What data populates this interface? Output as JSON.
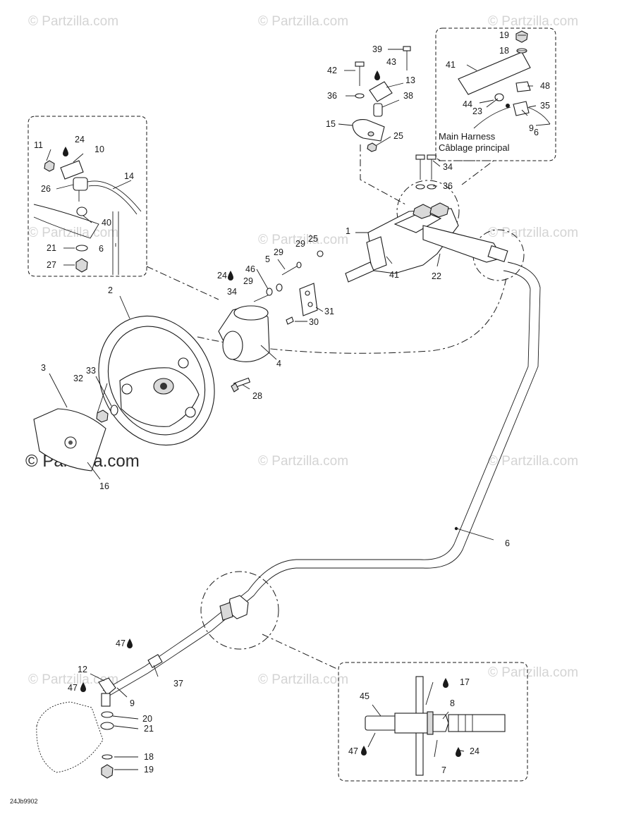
{
  "watermark": {
    "text": "© Partzilla.com"
  },
  "diagram_code": "24Jb9902",
  "notes": {
    "harness_en": "Main Harness",
    "harness_fr": "Câblage principal"
  },
  "callouts": {
    "c1": "1",
    "c2": "2",
    "c3": "3",
    "c4": "4",
    "c5": "5",
    "c6a": "6",
    "c6b": "6",
    "c6c": "6",
    "c7": "7",
    "c8": "8",
    "c9a": "9",
    "c9b": "9",
    "c10": "10",
    "c11": "11",
    "c12": "12",
    "c13": "13",
    "c14": "14",
    "c15": "15",
    "c16": "16",
    "c17": "17",
    "c18a": "18",
    "c18b": "18",
    "c19a": "19",
    "c19b": "19",
    "c20": "20",
    "c21a": "21",
    "c21b": "21",
    "c22": "22",
    "c23": "23",
    "c24a": "24",
    "c24b": "24",
    "c24c": "24",
    "c25a": "25",
    "c25b": "25",
    "c26": "26",
    "c27": "27",
    "c28": "28",
    "c29a": "29",
    "c29b": "29",
    "c29c": "29",
    "c30": "30",
    "c31": "31",
    "c32": "32",
    "c33": "33",
    "c34a": "34",
    "c34b": "34",
    "c35": "35",
    "c36a": "36",
    "c36b": "36",
    "c37": "37",
    "c38": "38",
    "c39": "39",
    "c40": "40",
    "c41a": "41",
    "c41b": "41",
    "c42": "42",
    "c43": "43",
    "c44": "44",
    "c45": "45",
    "c46": "46",
    "c47a": "47",
    "c47b": "47",
    "c47c": "47",
    "c48": "48"
  }
}
